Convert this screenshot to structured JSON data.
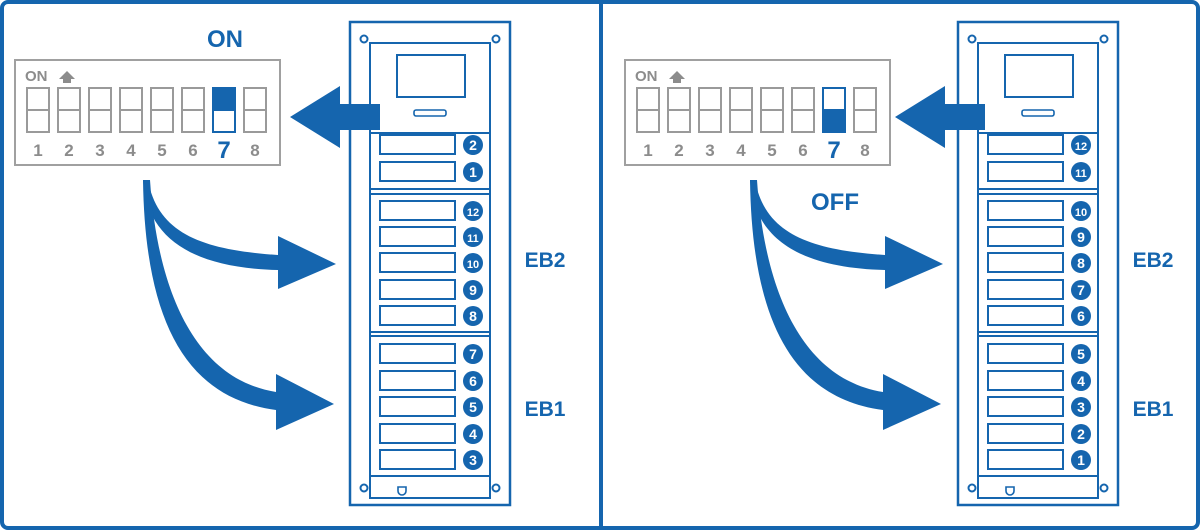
{
  "colors": {
    "accent": "#1565ae",
    "frame": "#1565ae",
    "dip_grey": "#9a9a9a"
  },
  "panels": [
    {
      "name": "on",
      "state_label": "ON",
      "dip": {
        "on_label": "ON",
        "numbers": [
          "1",
          "2",
          "3",
          "4",
          "5",
          "6",
          "7",
          "8"
        ],
        "highlighted": "7",
        "switch7_state": "on"
      },
      "top_buttons": [
        "2",
        "1"
      ],
      "eb2": {
        "label": "EB2",
        "buttons": [
          "12",
          "11",
          "10",
          "9",
          "8"
        ]
      },
      "eb1": {
        "label": "EB1",
        "buttons": [
          "7",
          "6",
          "5",
          "4",
          "3"
        ]
      }
    },
    {
      "name": "off",
      "state_label": "OFF",
      "dip": {
        "on_label": "ON",
        "numbers": [
          "1",
          "2",
          "3",
          "4",
          "5",
          "6",
          "7",
          "8"
        ],
        "highlighted": "7",
        "switch7_state": "off"
      },
      "top_buttons": [
        "12",
        "11"
      ],
      "eb2": {
        "label": "EB2",
        "buttons": [
          "10",
          "9",
          "8",
          "7",
          "6"
        ]
      },
      "eb1": {
        "label": "EB1",
        "buttons": [
          "5",
          "4",
          "3",
          "2",
          "1"
        ]
      }
    }
  ]
}
